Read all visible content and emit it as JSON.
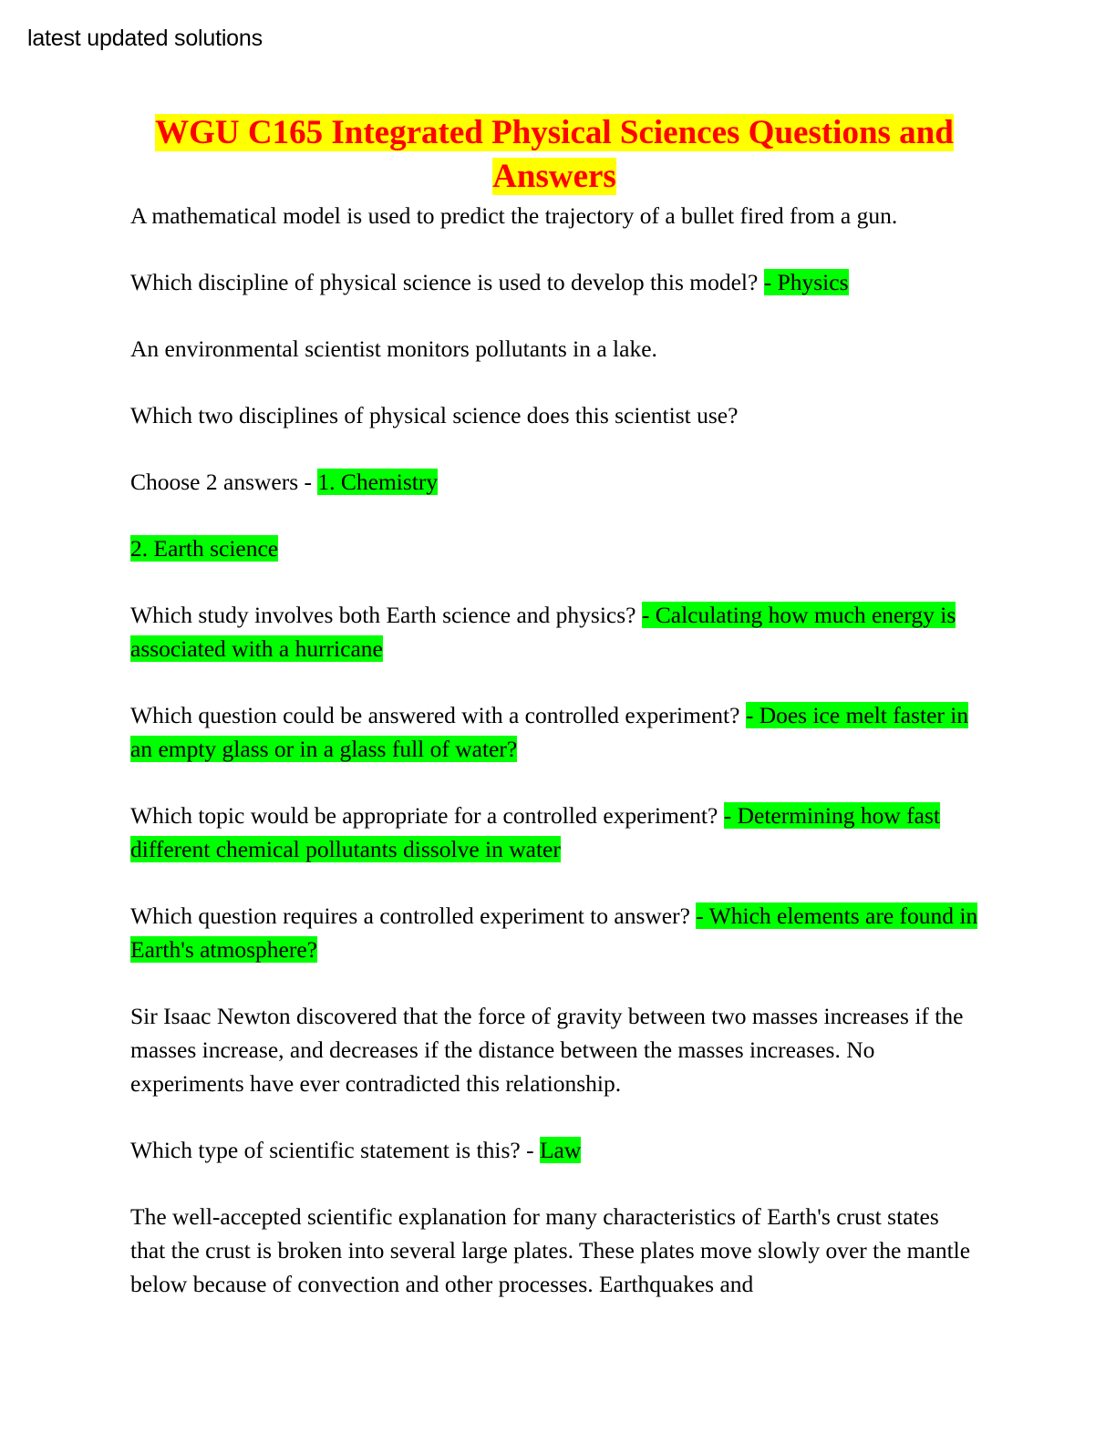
{
  "header": {
    "note": "latest updated solutions"
  },
  "document": {
    "title_line1": "WGU C165 Integrated Physical Sciences Questions and",
    "title_line2": "Answers",
    "paragraphs": [
      {
        "text": "A mathematical model is used to predict the trajectory of a bullet fired from a gun.",
        "answer": ""
      },
      {
        "text": "Which discipline of physical science is used to develop this model? ",
        "answer": "- Physics"
      },
      {
        "text": "An environmental scientist monitors pollutants in a lake.",
        "answer": ""
      },
      {
        "text": "Which two disciplines of physical science does this scientist use?",
        "answer": ""
      },
      {
        "text": "Choose 2 answers - ",
        "answer": "1. Chemistry"
      },
      {
        "text": "",
        "answer": "2. Earth science"
      },
      {
        "text": "Which study involves both Earth science and physics? ",
        "answer": "- Calculating how much energy is associated with a hurricane"
      },
      {
        "text": "Which question could be answered with a controlled experiment? ",
        "answer": "- Does ice melt faster in an empty glass or in a glass full of water?"
      },
      {
        "text": "Which topic would be appropriate for a controlled experiment? ",
        "answer": "- Determining how fast different chemical pollutants dissolve in water"
      },
      {
        "text": "Which question requires a controlled experiment to answer? ",
        "answer": "- Which elements are found in Earth's atmosphere?"
      },
      {
        "text": "Sir Isaac Newton discovered that the force of gravity between two masses increases if the masses increase, and decreases if the distance between the masses increases. No experiments have ever contradicted this relationship.",
        "answer": ""
      },
      {
        "text": "Which type of scientific statement is this? - ",
        "answer": "Law"
      },
      {
        "text": "The well-accepted scientific explanation for many characteristics of Earth's crust states that the crust is broken into several large plates. These plates move slowly over the mantle below because of convection and other processes. Earthquakes and",
        "answer": ""
      }
    ]
  },
  "colors": {
    "title_text": "#ff0000",
    "title_highlight": "#ffff00",
    "answer_highlight": "#00ff00"
  }
}
